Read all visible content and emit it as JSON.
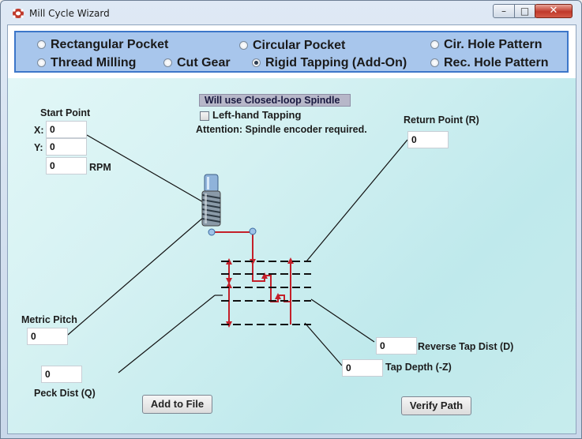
{
  "window": {
    "title": "Mill Cycle Wizard",
    "controls": {
      "minimize": "–",
      "maximize": "□",
      "close": "✕"
    }
  },
  "operations": [
    {
      "label": "Rectangular Pocket",
      "selected": false
    },
    {
      "label": "Circular Pocket",
      "selected": false
    },
    {
      "label": "Cir. Hole Pattern",
      "selected": false
    },
    {
      "label": "Thread Milling",
      "selected": false
    },
    {
      "label": "Cut Gear",
      "selected": false
    },
    {
      "label": "Rigid Tapping (Add-On)",
      "selected": true
    },
    {
      "label": "Rec. Hole Pattern",
      "selected": false
    }
  ],
  "notice": "Will use Closed-loop Spindle",
  "left_hand": {
    "label": "Left-hand Tapping",
    "checked": false
  },
  "attention": "Attention: Spindle encoder required.",
  "start_point": {
    "label": "Start Point",
    "x_label": "X:",
    "x": "0",
    "y_label": "Y:",
    "y": "0"
  },
  "rpm": {
    "value": "0",
    "label": "RPM"
  },
  "return_point": {
    "label": "Return Point (R)",
    "value": "0"
  },
  "metric_pitch": {
    "label": "Metric Pitch",
    "value": "0"
  },
  "peck_dist": {
    "label": "Peck Dist (Q)",
    "value": "0"
  },
  "reverse_tap": {
    "label": "Reverse Tap Dist (D)",
    "value": "0"
  },
  "tap_depth": {
    "label": "Tap Depth (-Z)",
    "value": "0"
  },
  "buttons": {
    "add_to_file": "Add to File",
    "verify_path": "Verify Path"
  },
  "colors": {
    "path": "#c4202a",
    "panel": "#a8c6ec",
    "panel_border": "#3c76c9"
  }
}
